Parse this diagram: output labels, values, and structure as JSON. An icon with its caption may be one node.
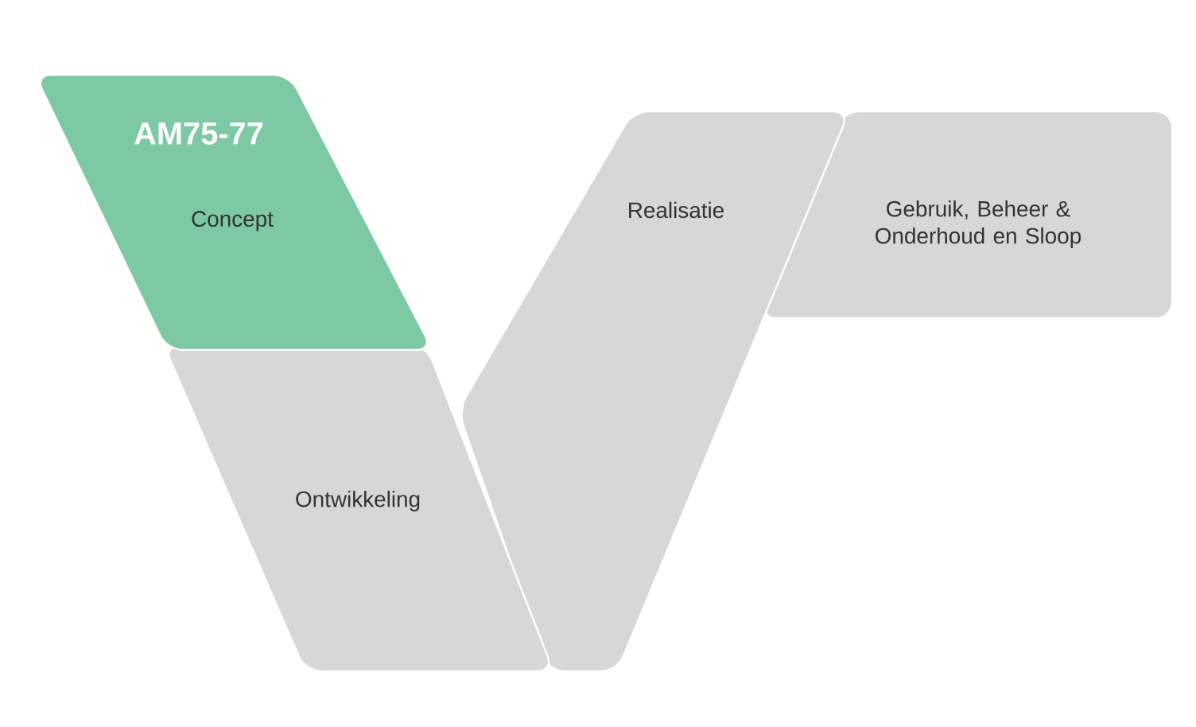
{
  "diagram": {
    "nodes": [
      {
        "text": [
          "AM75-77",
          "Concept"
        ]
      },
      {
        "text": [
          "Ontwikkeling"
        ]
      },
      {
        "text": [
          "Realisatie"
        ]
      },
      {
        "text": [
          "Gebruik, Beheer & Onderhoud en Sloop"
        ]
      }
    ]
  }
}
